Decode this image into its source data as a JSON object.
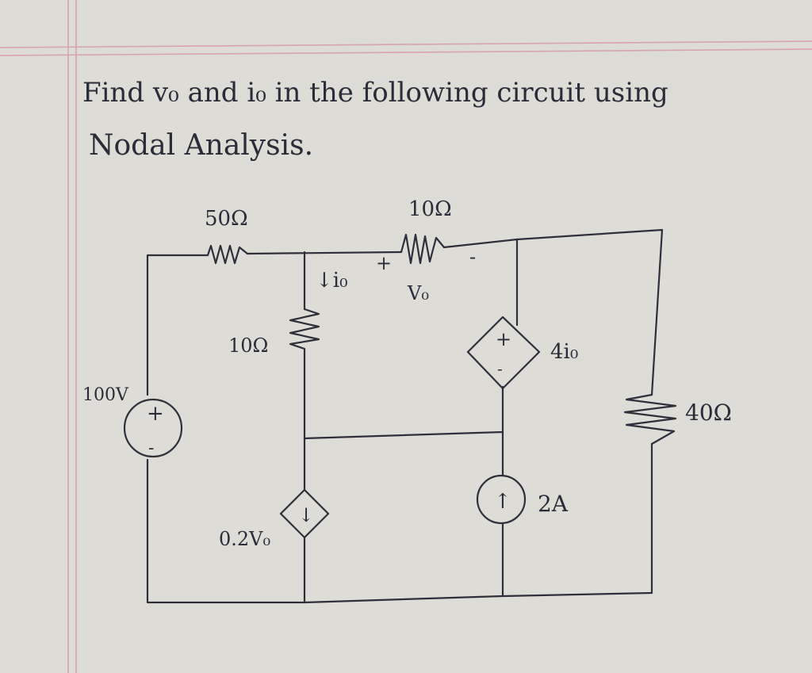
{
  "problem": {
    "line1": "Find v₀ and i₀ in the following circuit using",
    "line2": "Nodal Analysis."
  },
  "components": {
    "r_top_left": "50Ω",
    "r_top_mid": "10Ω",
    "r_mid_vertical": "10Ω",
    "r_right": "40Ω",
    "vs_label": "100V",
    "vs_plus": "+",
    "vs_minus": "-",
    "current_io_label": "↓i₀",
    "vo_plus": "+",
    "vo_minus": "-",
    "vo_label": "V₀",
    "dep_vs_label": "4i₀",
    "dep_vs_plus": "+",
    "dep_vs_minus": "-",
    "dep_cs_label": "0.2V₀",
    "dep_cs_arrow": "↓",
    "cs_label": "2A",
    "cs_arrow": "↑"
  }
}
